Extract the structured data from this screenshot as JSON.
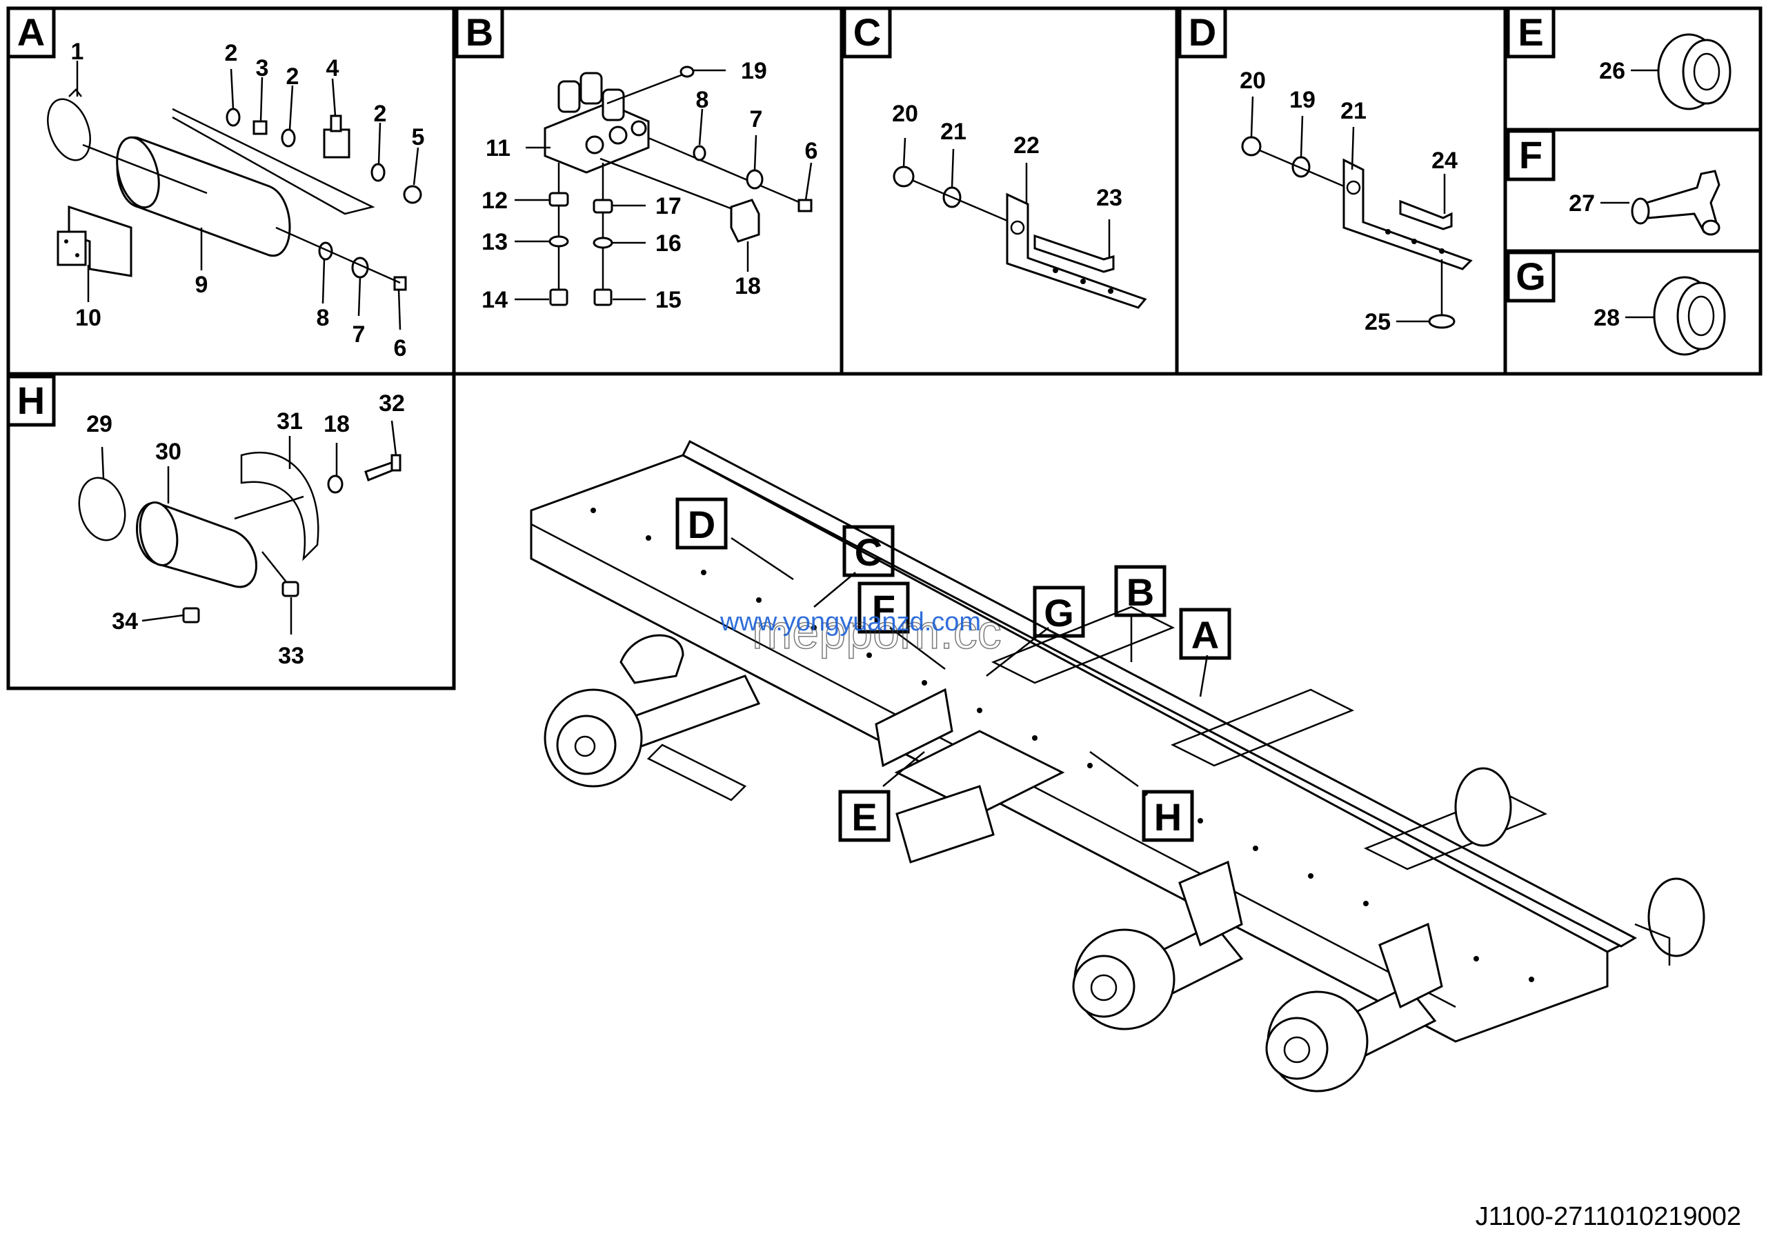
{
  "panels": {
    "A": {
      "letter": "A",
      "callouts": [
        "1",
        "2",
        "3",
        "2",
        "4",
        "2",
        "5",
        "9",
        "10",
        "8",
        "7",
        "6"
      ]
    },
    "B": {
      "letter": "B",
      "callouts": [
        "19",
        "8",
        "7",
        "6",
        "11",
        "12",
        "17",
        "13",
        "16",
        "14",
        "15",
        "18"
      ]
    },
    "C": {
      "letter": "C",
      "callouts": [
        "20",
        "21",
        "22",
        "23"
      ]
    },
    "D": {
      "letter": "D",
      "callouts": [
        "20",
        "19",
        "21",
        "24",
        "25"
      ]
    },
    "E": {
      "letter": "E",
      "callouts": [
        "26"
      ]
    },
    "F": {
      "letter": "F",
      "callouts": [
        "27"
      ]
    },
    "G": {
      "letter": "G",
      "callouts": [
        "28"
      ]
    },
    "H": {
      "letter": "H",
      "callouts": [
        "29",
        "30",
        "31",
        "18",
        "32",
        "34",
        "33"
      ]
    }
  },
  "chassis_labels": [
    "D",
    "C",
    "F",
    "G",
    "B",
    "A",
    "E",
    "H"
  ],
  "watermark": {
    "url": "www.yongyuanzd.com",
    "brand": "meppom.cc"
  },
  "document_number": "J1100-2711010219002"
}
